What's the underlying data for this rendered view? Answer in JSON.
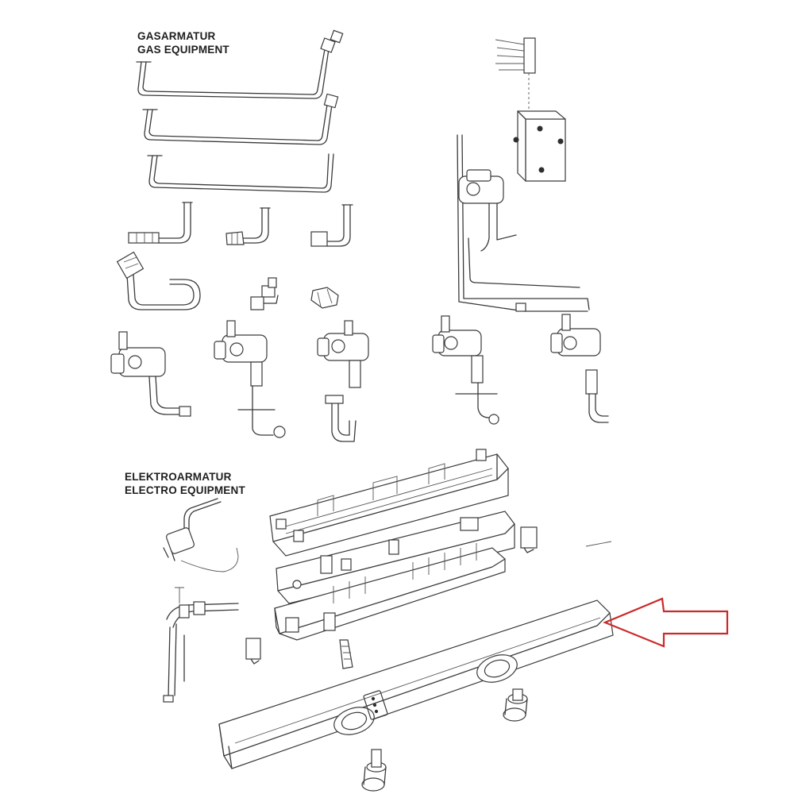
{
  "sections": {
    "gas": {
      "line1": "GASARMATUR",
      "line2": "GAS EQUIPMENT"
    },
    "electro": {
      "line1": "ELEKTROARMATUR",
      "line2": "ELECTRO EQUIPMENT"
    }
  },
  "colors": {
    "arrow": "#cc2a2a",
    "line": "#3a3a3a"
  },
  "highlighted_part": "control-panel-fascia"
}
